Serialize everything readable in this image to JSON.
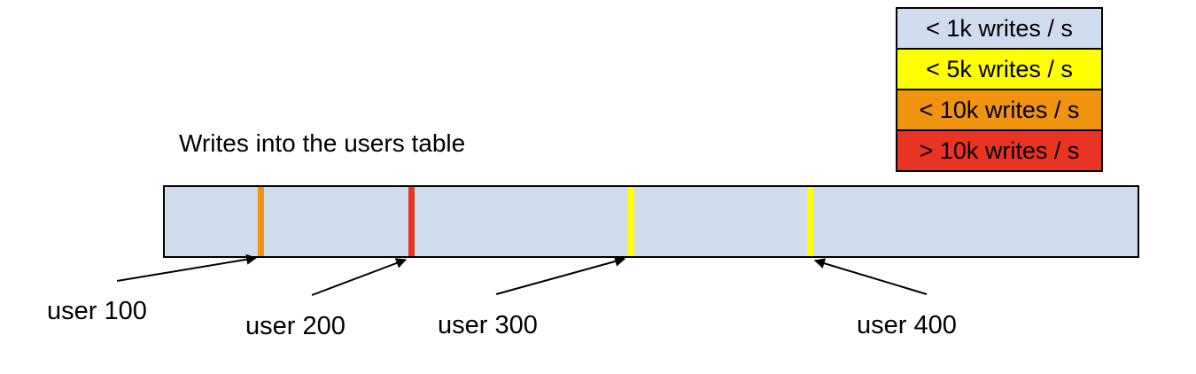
{
  "title": "Writes into the users table",
  "legend": {
    "items": [
      {
        "label": "< 1k writes / s",
        "color": "#cfdcee"
      },
      {
        "label": "< 5k writes / s",
        "color": "#ffff00"
      },
      {
        "label": "< 10k writes / s",
        "color": "#f0940f"
      },
      {
        "label": "> 10k writes / s",
        "color": "#e93323"
      }
    ]
  },
  "bar": {
    "fill_color": "#cfdcee",
    "border_color": "#000000",
    "stripes": [
      {
        "user": "user 100",
        "color": "#f0940f",
        "legend_label": "< 10k writes / s"
      },
      {
        "user": "user 200",
        "color": "#e93323",
        "legend_label": "> 10k writes / s"
      },
      {
        "user": "user 300",
        "color": "#ffff00",
        "legend_label": "< 5k writes / s"
      },
      {
        "user": "user 400",
        "color": "#ffff00",
        "legend_label": "< 5k writes / s"
      }
    ]
  },
  "annotations": [
    {
      "text": "user 100"
    },
    {
      "text": "user 200"
    },
    {
      "text": "user 300"
    },
    {
      "text": "user 400"
    }
  ]
}
